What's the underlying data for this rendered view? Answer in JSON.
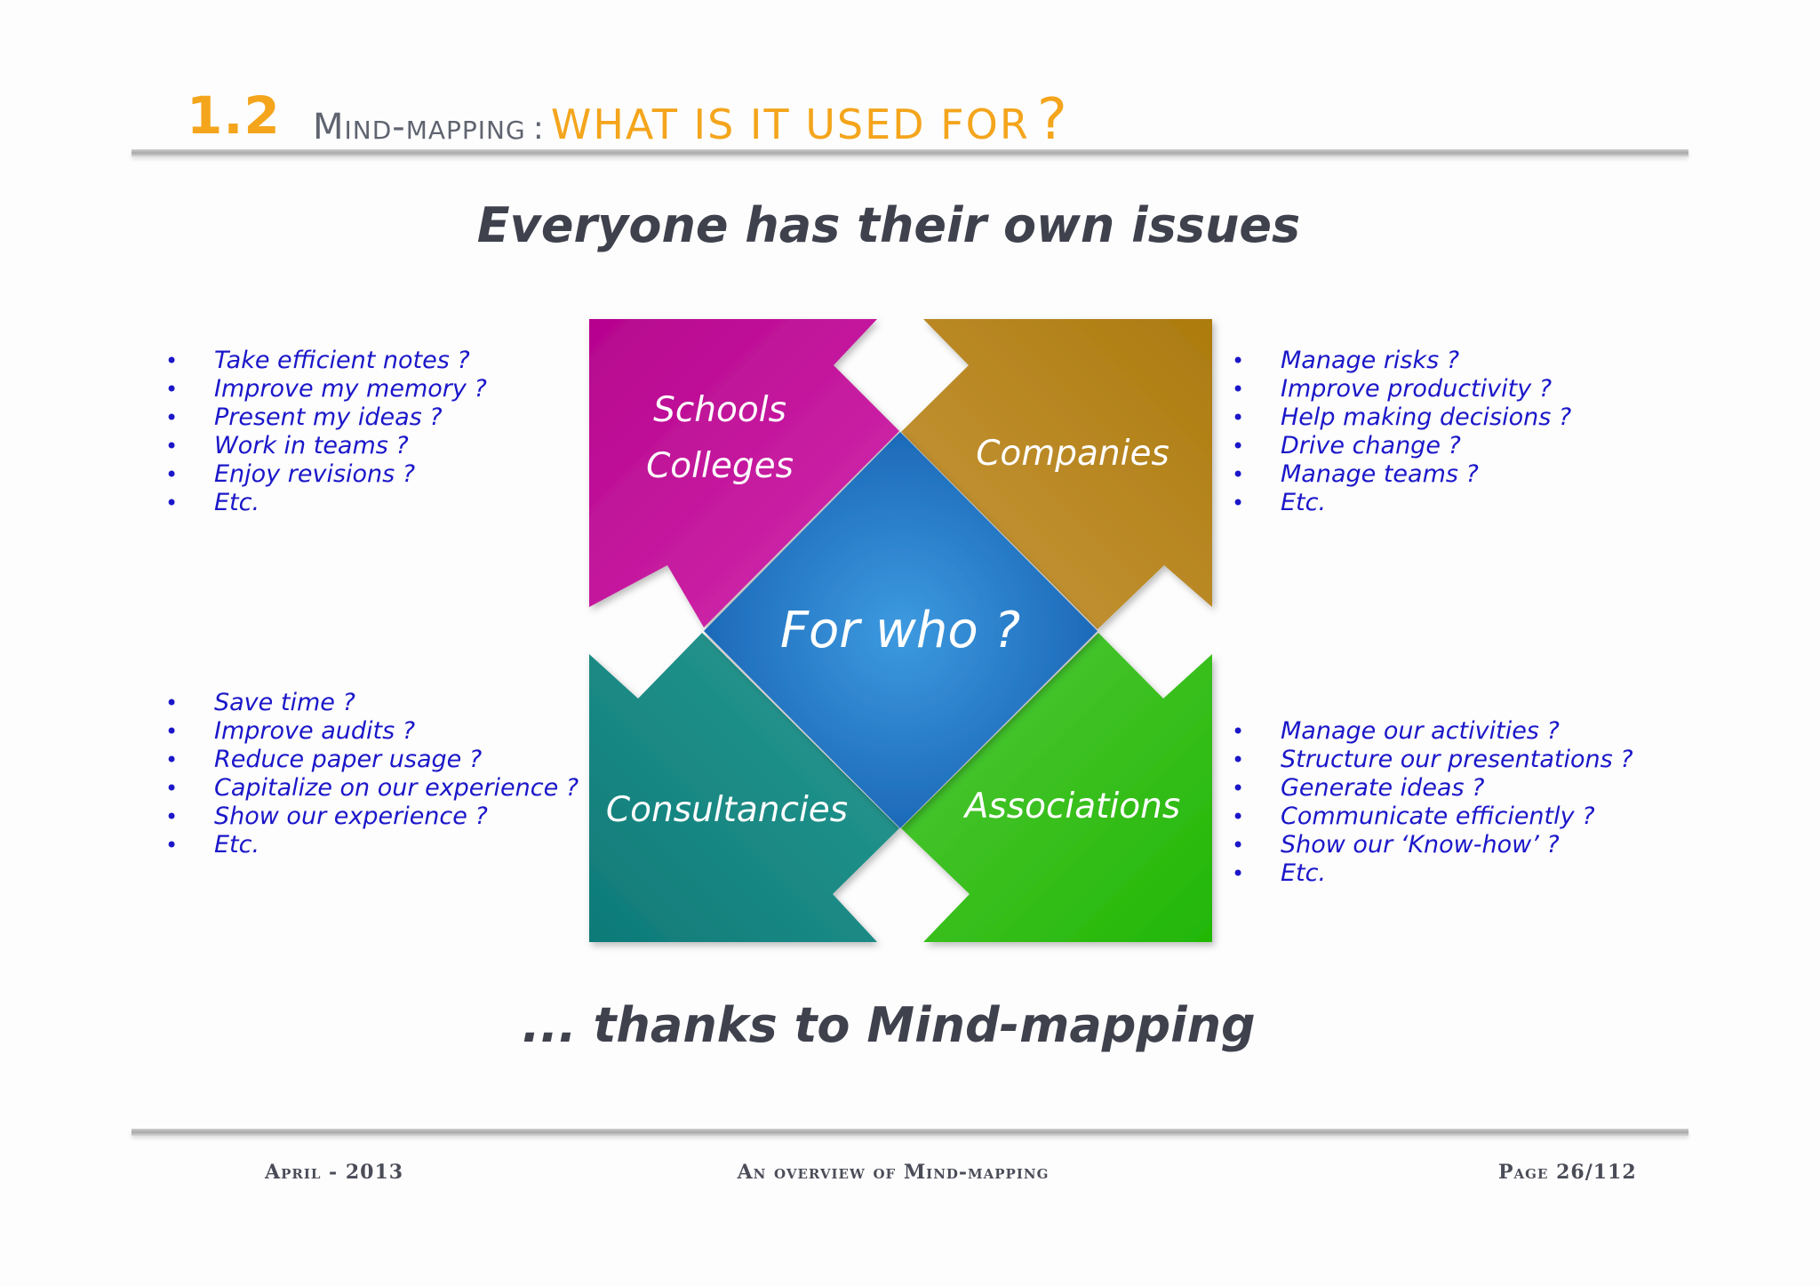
{
  "header": {
    "number": "1.2",
    "title_grey": "Mind-mapping",
    "separator": ":",
    "title_orange": "WHAT IS IT USED FOR",
    "question_mark": "?"
  },
  "subtitle_top": "Everyone has their own issues",
  "subtitle_bottom": "... thanks to Mind-mapping",
  "center_label": "For who ?",
  "quadrants": {
    "top_left": {
      "line1": "Schools",
      "line2": "Colleges",
      "color": "#c7179a"
    },
    "top_right": {
      "label": "Companies",
      "color": "#bf8a26"
    },
    "bottom_left": {
      "label": "Consultancies",
      "color": "#1d8c87"
    },
    "bottom_right": {
      "label": "Associations",
      "color": "#3bbd1e"
    },
    "center_color": "#1f6fc0"
  },
  "lists": {
    "schools": [
      "Take efficient notes ?",
      "Improve my memory ?",
      "Present my ideas ?",
      "Work in teams ?",
      "Enjoy revisions ?",
      "Etc."
    ],
    "companies": [
      "Manage risks ?",
      "Improve productivity ?",
      "Help making decisions ?",
      "Drive change ?",
      "Manage teams ?",
      "Etc."
    ],
    "consultancies": [
      "Save time ?",
      "Improve audits ?",
      "Reduce paper usage ?",
      "Capitalize on our experience ?",
      "Show our experience ?",
      "Etc."
    ],
    "associations": [
      "Manage our activities ?",
      "Structure our presentations ?",
      "Generate ideas ?",
      "Communicate efficiently ?",
      "Show our ‘Know-how’ ?",
      "Etc."
    ]
  },
  "footer": {
    "date": "April - 2013",
    "center": "An overview of Mind-mapping",
    "page": "Page 26/112"
  },
  "colors": {
    "accent": "#f4a51c",
    "list_text": "#1b17c9",
    "heading_text": "#3f414d"
  }
}
